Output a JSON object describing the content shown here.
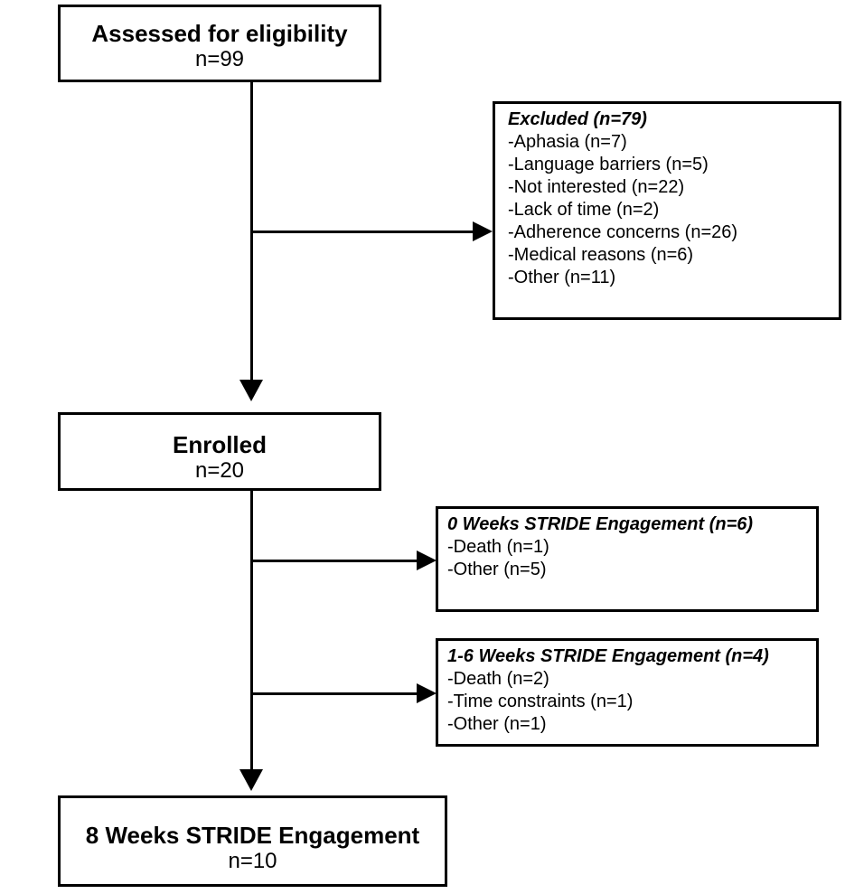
{
  "assessed": {
    "title": "Assessed for eligibility",
    "n": "n=99"
  },
  "excluded": {
    "title": "Excluded (n=79)",
    "items": [
      "-Aphasia (n=7)",
      "-Language barriers (n=5)",
      "-Not interested (n=22)",
      "-Lack of time (n=2)",
      "-Adherence concerns (n=26)",
      "-Medical reasons (n=6)",
      "-Other (n=11)"
    ]
  },
  "enrolled": {
    "title": "Enrolled",
    "n": "n=20"
  },
  "zero_weeks": {
    "title": "0 Weeks STRIDE Engagement (n=6)",
    "items": [
      "-Death (n=1)",
      "-Other (n=5)"
    ]
  },
  "one_six_weeks": {
    "title": "1-6 Weeks STRIDE Engagement (n=4)",
    "items": [
      "-Death (n=2)",
      "-Time constraints (n=1)",
      "-Other (n=1)"
    ]
  },
  "eight_weeks": {
    "title": "8 Weeks STRIDE Engagement",
    "n": "n=10"
  }
}
